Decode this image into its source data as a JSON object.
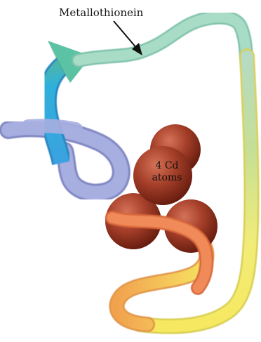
{
  "labels": {
    "protein": "Metallothionein",
    "cluster_line1": "4 Cd",
    "cluster_line2": "atoms"
  },
  "colors": {
    "teal": "#8ccfb6",
    "teal_dark": "#5fbfa0",
    "green": "#b9dc93",
    "yellow": "#f1ea6a",
    "orange": "#f2a24e",
    "coral": "#ee7d4a",
    "blue": "#37a9de",
    "lavender": "#9fa7d8",
    "atom": "#9d3623",
    "atom_light": "#d8745a",
    "atom_dark": "#5e170b",
    "text": "#111111"
  },
  "icons": [
    "pointer-arrow-icon",
    "chain-arrowhead-icon"
  ]
}
